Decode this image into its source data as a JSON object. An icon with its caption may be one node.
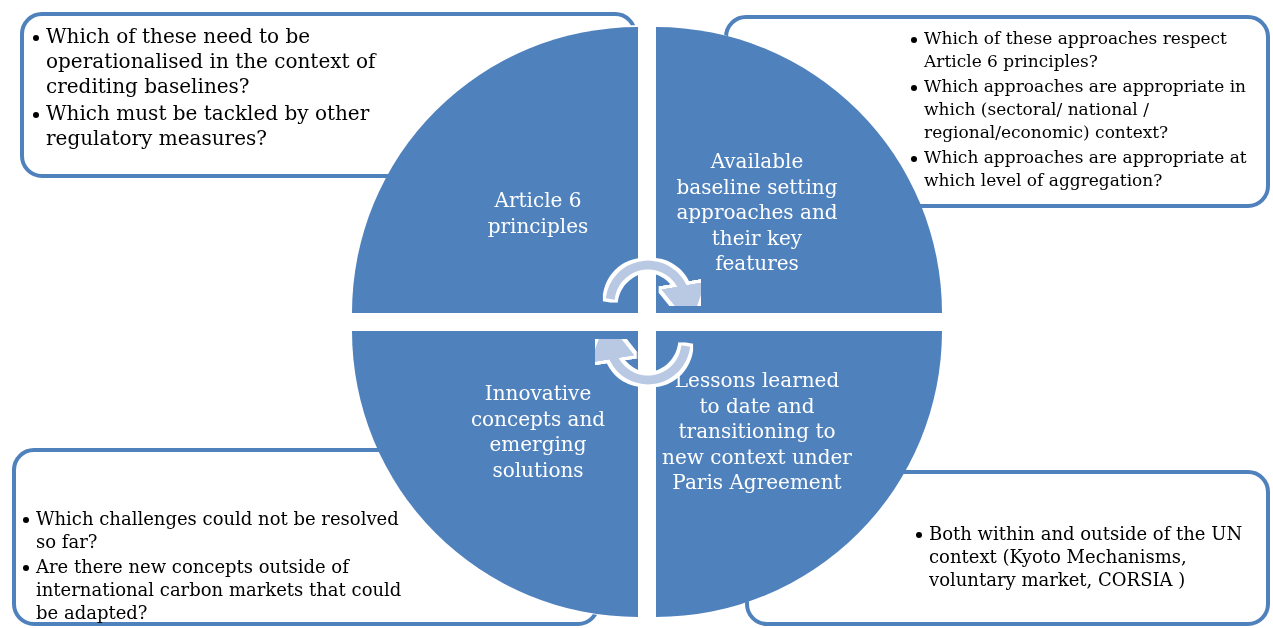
{
  "diagram": {
    "nodes": [
      {
        "text": [
          "Which of these need to be operationalised in the context of crediting baselines?",
          "Which must be tackled by other regulatory measures?"
        ]
      },
      {
        "text": [
          "Which of these approaches respect Article 6 principles?",
          "Which approaches are appropriate in which (sectoral/ national / regional/economic) context?",
          "Which approaches are appropriate at which level of aggregation?"
        ]
      },
      {
        "text": [
          "Article 6 principles"
        ]
      },
      {
        "text": [
          "Available baseline setting approaches and their key features"
        ]
      },
      {
        "text": [
          "Innovative concepts and emerging solutions"
        ]
      },
      {
        "text": [
          "Lessons learned to date and transitioning to new context under Paris Agreement"
        ]
      },
      {
        "text": [
          "Which challenges could not be resolved so far?",
          "Are there new concepts outside of international carbon markets that could be adapted?"
        ]
      },
      {
        "text": [
          "Both within and outside of the UN context (Kyoto Mechanisms, voluntary market, CORSIA )"
        ]
      }
    ],
    "edges": [
      {
        "from": 2,
        "to": 3,
        "arrow": "to"
      },
      {
        "from": 5,
        "to": 4,
        "arrow": "to"
      }
    ]
  }
}
